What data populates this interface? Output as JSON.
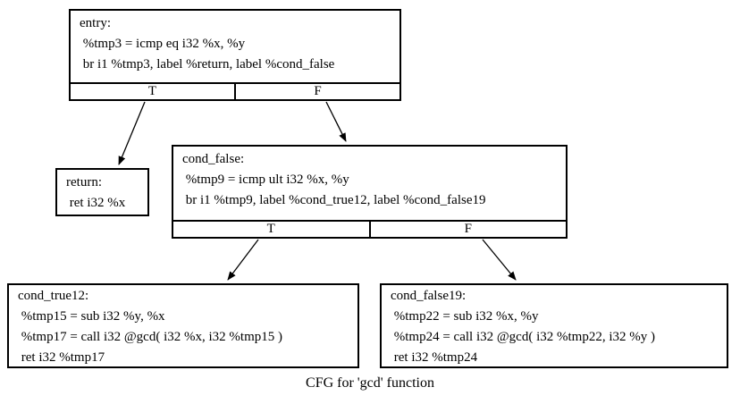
{
  "diagram": {
    "caption": "CFG for 'gcd' function",
    "colors": {
      "background": "#ffffff",
      "border": "#000000",
      "text": "#000000"
    },
    "nodes": {
      "entry": {
        "lines": [
          "entry:",
          " %tmp3 = icmp eq i32 %x, %y",
          " br i1 %tmp3, label %return, label %cond_false"
        ],
        "true_label": "T",
        "false_label": "F"
      },
      "return": {
        "lines": [
          "return:",
          " ret i32 %x"
        ]
      },
      "cond_false": {
        "lines": [
          "cond_false:",
          " %tmp9 = icmp ult i32 %x, %y",
          " br i1 %tmp9, label %cond_true12, label %cond_false19"
        ],
        "true_label": "T",
        "false_label": "F"
      },
      "cond_true12": {
        "lines": [
          "cond_true12:",
          " %tmp15 = sub i32 %y, %x",
          " %tmp17 = call i32 @gcd( i32 %x, i32 %tmp15 )",
          " ret i32 %tmp17"
        ]
      },
      "cond_false19": {
        "lines": [
          "cond_false19:",
          " %tmp22 = sub i32 %x, %y",
          " %tmp24 = call i32 @gcd( i32 %tmp22, i32 %y )",
          " ret i32 %tmp24"
        ]
      }
    },
    "edges": [
      {
        "from": "entry:T",
        "to": "return"
      },
      {
        "from": "entry:F",
        "to": "cond_false"
      },
      {
        "from": "cond_false:T",
        "to": "cond_true12"
      },
      {
        "from": "cond_false:F",
        "to": "cond_false19"
      }
    ]
  }
}
